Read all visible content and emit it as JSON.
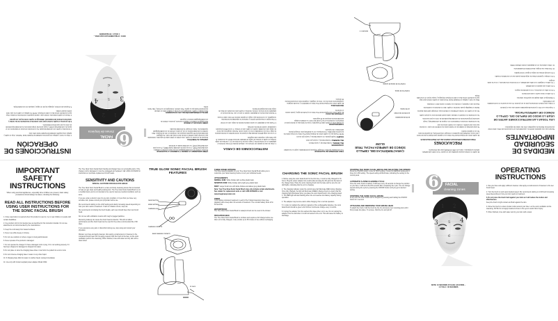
{
  "bottom": {
    "safety": {
      "title": "IMPORTANT SAFETY INSTRUCTIONS",
      "intro": "When using electrical appliances, especially when children are present, basic safety precautions should always be taken, including the following:",
      "subtitle": "READ ALL INSTRUCTIONS BEFORE USING USER INSTRUCTIONS FOR THE SONIC FACIAL BRUSH",
      "items": [
        "1. Close supervision is required when this product is used on, by or near children or people with certain disabilities.",
        "2. Use product only for its intended use as described in this instruction booklet. Do not use attachments not recommended by the manufacturer.",
        "3. Keep the cord away from heated surfaces.",
        "4. Never use while sleepy or drowsy.",
        "5. Do not use outdoors or where oxygen is being administered.",
        "6. Never operate if the product is damaged.",
        "7. Do not operate the charger if it has a damaged cord or plug, if it is not working properly, if it has been dropped or damaged or dropped into water.",
        "8. Do not place or store the charging base where it can fall or be pulled into a tub or sink.",
        "9. Do not immerse charging base in water or any other liquid.",
        "10. If charging base falls into water or another liquid, unplug immediately.",
        "11. Use only with Conair supplied power adapter Model C902."
      ]
    },
    "sensitivity": {
      "intro": "The True Glow Sonic Facial brush handle and charger have no serviceable parts. If the charger cord is damaged, it must be unplugged and replaced. Call 1-800-3-CONAIR for instructions or purchase replacement brush heads.",
      "title": "SENSITIVITY AND CAUTIONS",
      "subtitle": "SPECIAL CAUTIONS FOR DELICATE AREAS",
      "paras": [
        "The True Glow Sonic Facial Brush is a face and body cleansing device that is intended to help you get clean and healthy-looking skin. The True Glow Sonic Facial Brush is not a medical device and is not intended to be used to treat any medical conditions such as acne.",
        "If you are under a doctor's care for any skin condition or if you think you have very sensitive skin, please consult your physician before use.",
        "We recommend starting on the LOW setting and slowly increasing speed depending on how your skin reacts to treatment. If rash or irritation occurs, stop use.",
        "We recommend not sharing the brush heads; each user should have their own brush head.",
        "Do not use with exfoliation creams with rough or jagged particles.",
        "Removing makeup can cause the brush head to discolor. This will not affect performance and the brush head can be used for the entire recommended life of 90 days.",
        "If you experience any pain or discomfort during use, stop using and consult your physician.",
        "Moisten your face and apply cleanser. Also apply a small amount of cleanser to the moistened brush head. Do not apply pressure with the brush to the face; let the sonic oscillation perform the cleansing. When finished, rinse with water and dry skin with a clean towel."
      ]
    },
    "features": {
      "title": "TRUE GLOW SONIC FACIAL BRUSH FEATURES",
      "labels": [
        "ON/OFF BUTTON",
        "SPEED SETTINGS",
        "CHARGING LIGHT",
        "CHARGING CONTACTS",
        "BASE CHARGING CONTACTS",
        "DC JACK"
      ]
    },
    "options": {
      "sections": [
        {
          "title": "THREE SPEED OPTIONS",
          "text": "The three speeds available on your True Glow Sonic Facial Brush allow you to customize your facial cleaning routine to suit your individual needs."
        },
        {
          "title": "ATTACHMENTS",
          "text": ""
        },
        {
          "title": "",
          "bold": "NORMAL SKIN:",
          "text": "White bristles with a white plastic back."
        },
        {
          "title": "",
          "bold": "SENSITIVE SKIN:",
          "text": "White bristles with a light grey plastic back."
        },
        {
          "title": "",
          "bold": "BODY:",
          "text": "Larger brush size with white bristles and darker grey plastic back."
        },
        {
          "title": "",
          "bold": "Note: Your True Glow Sonic Facial Brush may only include certain attachments. See retailer for replacement units or call 1-800-3CONAIR or visit www.truegloweyconair.com",
          "text": ""
        },
        {
          "title": "TIMER",
          "text": "Timer allows consistent treatment in each of the 6 facial cleansing zones (see diagram) with a beep after 10 seconds of treatment. The unit also safety shuts off in 60 seconds."
        },
        {
          "title": "WATERPROOF",
          "text": "The True Glow Sonic Facial Brush is waterproof and can be used in the shower."
        },
        {
          "title": "RECHARGEABLE",
          "text": "The True Glow Sonic Facial Brush is cordless and requires a full charge before use. After unit is fully charged, it can provide up to 35 minutes of use without recharging."
        }
      ]
    },
    "charging": {
      "title": "CHARGING THE SONIC FACIAL BRUSH",
      "items": [
        "1. Before using the sonic facial brush for the first time, it must be fully charged for 16 hours. Plug the power adapter into a wall outlet and plug the DC jack into the back of the charger base. Place the sonic cleaning brush into the base and be sure the red LED lights, indicating that the unit is charging.",
        "2. The charging indicator under the control panel will illuminate RED during charging. Once fully charged, the light will illuminate GREEN. Always check to ensure that the charging light illuminates when you place the sonic facial brush in the charging stand. 3. The RED light will start flashing when the unit reaches low battery capacity during operation.",
        "4. The adapter may become warm while charging; this is normal operation.",
        "5. In order to maintain the optimum capacity of the rechargeable batteries, the sonic facial brush should be given a full 16-hour continuous charge every 2 months.",
        "6. Unplug the adapter from the wall and the base when not in use. Do not unplug the adapter from the wall when it is still connected to the unit. This will cause the battery to discharge."
      ]
    },
    "starting": {
      "sections": [
        {
          "title": "STARTING THE SONIC FACIAL BRUSH AND SELECTING THE SPEEDS",
          "text": "Press the ON/OFF button 1 time for HIGH setting, 2 times for MEDIUM setting and 3 times for LOW setting. The speed setting will illuminate, indicating the setting on the control panel."
        },
        {
          "title": "AUTOMATIC 6-ZONE CLEANING CYCLE",
          "text": "Once the sonic brush is started, it will beep every 10 seconds to change the position on your face. It will shut off at 60 seconds after completing the cycle. You can change speeds during the cycle by pressing the ON/OFF button until you get to desired setting."
        },
        {
          "title": "STOPPING THE SONIC FACIAL BRUSH",
          "text": "At any time the sonic brush can be stopped by pressing and holding the ON/OFF button for 1 second."
        },
        {
          "title": "ATTACHING AND REMOVING YOUR BRUSH HEAD",
          "text": "To attach the brush, hold the brush by the rim and press over mounting post until it firmly snaps into place. To remove, hold the rim and pull off."
        }
      ]
    },
    "zones": {
      "number": "6",
      "banner_line1": "FACIAL",
      "banner_line2": "cleaning zones",
      "zone_labels": [
        "1",
        "2",
        "3",
        "4",
        "5",
        "6"
      ],
      "note_line1": "NOTE: 10 SECONDS AT EACH LOCATION –",
      "note_line2": "1 CYCLE = 60 SECONDS"
    },
    "operating": {
      "title": "OPERATING INSTRUCTIONS",
      "items": [
        {
          "text": "1. Wet your face and apply sufficient cleanser. Also apply a small amount of cleanser to the wet brush head.",
          "bold": false
        },
        {
          "text": "2. Turn the brush on and select desired speed. We recommend starting on LOW and increasing speed depending on how your skin reacts to treatment.",
          "bold": false
        },
        {
          "text": "3. Do not press the brush hard against your skin as it will reduce the motion and effectiveness.",
          "bold": true
        },
        {
          "text": "Keep the brush in light contact and flush against the skin.",
          "bold": false
        },
        {
          "text": "4. Move the brush in a slow circular motion around your face. Let the sonic oscillation do the cleansing. NOTE: Do not apply treatment close to the eyes to avoid risk of injury.",
          "bold": false
        },
        {
          "text": "5. When finished, rinse with water and dry your skin with a towel.",
          "bold": false
        }
      ]
    }
  },
  "top": {
    "operacion": {
      "title": "INSTRUCCIONES DE OPERACIÓN",
      "items": [
        "1. Moje su rostro y aplique una generosa cantidad de limpiador facial. También, moje el cepillo y aplique una pequeña cantidad de limpiador facial sobre éste.",
        "2. Encienda el cepillo a la velocidad deseada. Se recomienda comenzar el tratamiento con el ajuste de velocidad bajo (LOW) y luego aumentar progresivamente la velocidad dependiendo de cómo su piel reacciona al tratamiento.",
        "3. No presione el cepillo contra la piel. Esto reduciría el movimiento de las cerdas y reduciría la eficacia del tratamiento. Mantenga el cepillo contra la piel, sin apretar.",
        "4. Mueva el cepillo lentamente contra la piel, usando pequeños movimientos circulares. Deje que la oscilación sónica lleve a cabo la limpieza. NOTA: No aplique el cepillo a los ojos. Esto podría causar heridas.",
        "5. Después de terminar, enjuague la piel con agua y séquela con una toalla limpia."
      ]
    },
    "zonas": {
      "number": "6",
      "banner_line1": "FACIAL",
      "banner_line2": "Zonas de limpieza",
      "zone_labels": [
        "1",
        "2",
        "3",
        "4",
        "5",
        "6"
      ],
      "note_line1": "NOTA: 10 SEGUNDOS EN CADA ZONA –",
      "note_line2": "1 CICLO = 60 SEGUNDOS"
    },
    "encender": {
      "sections": [
        {
          "title": "CÓMO ENCENDER LA UNIDAD Y CAMBIAR LA VELOCIDAD",
          "text": "Presione el botón de encendido/apagado una vez para encender la unidad a velocidad alta (HIGH), 2 veces para la velocidad media (MED) y 3 veces para velocidad baja (LOW). La velocidad usada se iluminará."
        },
        {
          "title": "LIMPIEZA AUTOMÁTICA",
          "text": "Después de encender el cepillo, éste emitirá un pitido cada 10 segundos, indicándole que es tiempo para cambiar a otra de las 6 zonas del rostro. Se apagará automáticamente 60 segundos después de completar el ciclo de limpieza. Para cambiar la velocidad durante el uso, presione el botón de encendido/apagado repetidamente, hasta conseguir la velocidad deseada."
        },
        {
          "title": "CÓMO APAGAR LA UNIDAD",
          "text": "Para apagar la unidad en cualquier momento, presione el botón de encendido/apagado durante 1 segundo."
        },
        {
          "title": "INSTALACIÓN/REMOCIÓN DE LOS ACCESORIOS",
          "text": "Para instalar el cepillo, sosténgalo por su borde y instálelo sobre el cabezal, presionando hasta que se ajuste. Para retirarlo, sosténgalo por su borde y hale hacia arriba."
        }
      ]
    },
    "carga": {
      "title": "INSTRUCCIONES DE CARGA",
      "items": [
        "1. Antes de usar el aparato por primera vez, cárguelo durante 16 horas. Enchufe el adaptador en un tomacorriente y luego conecte el enchufe de C.C. a la base de carga. Coloque el cepillo en la base de carga. El indicador luminoso ROJO se encenderá, lo que indica que el aparato está cargando.",
        "2. La luz de carga (ROJA) ubicada bajo el panel de control también se ilumina durante la carga. Una vez completada, la luz se vuelve verde. Siempre asegúrese que la luz de carga esté encendida cuando el cepillo esté en la base. 3. La luz ROJA empezará a parpadear cuando la batería esté baja.",
        "4. Puede que el adaptador se vuelva caliente durante la carga; esto es normal.",
        "5. Para lograr un desempeño óptimo y mantener la capacidad de las baterías recargables, se recomienda que cargue el aparato durante 16 horas cada 2 meses.",
        "6. Siempre desconecte el adaptador cuando no esté en uso. No desconecte el adaptador de la toma de corriente mientras el cepillo está conectado a la base de carga. Esto descargará la batería."
      ]
    },
    "opciones": {
      "sections": [
        {
          "title": "TRES OPCIONES DE VELOCIDAD",
          "text": "Tres velocidades permiten conseguir limpiezas personalizadas, según su necesidad."
        },
        {
          "title": "ACCESORIOS",
          "text": ""
        },
        {
          "title": "",
          "bold": "PIEL NORMAL:",
          "text": "Cerdas blancas y cuerpo blanco."
        },
        {
          "title": "",
          "bold": "PIEL SENSIBLE:",
          "text": "Cerdas blancas y cuerpo gris claro."
        },
        {
          "title": "",
          "bold": "CUERPO:",
          "text": "Cepillo grande con cerdas blancas y cuerpo gris oscuro."
        },
        {
          "title": "",
          "bold": "",
          "text": "NOTA: Puede que su cepillo sónico de limpieza facial True Glow no incluya todos los accesorios disponibles. Comuníquese con su detallista para conseguir piezas adicionales o de repuesto."
        },
        {
          "title": "TEMPORIZADOR",
          "text": "La unidad emite un pitido cada 10 segundos, lo que le indica que es tiempo para un tratamiento consistente en las 6 zonas del rostro. La unidad se apaga automáticamente después de 60 segundos."
        },
        {
          "title": "A PRUEBA DE AGUA",
          "text": "El cepillo sónico de limpieza facial True Glow es a prueba de agua y puede usarse en la ducha."
        },
        {
          "title": "RECARGABLE",
          "text": "El cepillo sónico de limpieza facial True Glow es inalámbrico y necesita cargarse completamente antes de uso. Una vez cargado, el aparato tiene una autonomía de 35 minutos."
        }
      ]
    },
    "caracteristicas": {
      "title": "CARACTERÍSTICAS DEL CEPILLO SÓNICO DE LIMPIEZA FACIAL TRUE GLOW",
      "labels": [
        "BOTÓN DE ENCENDIDO",
        "AJUSTES DE VELOCIDAD",
        "LUZ DE CARGA",
        "CONTACTOS DE CARGA",
        "CONTACTOS DE CARGA DE LA BASE",
        "ENCHUFE C.C."
      ]
    },
    "precauciones": {
      "intro": "El cepillo no contiene piezas reparables por el usuario. Si el cordón está dañado, deberá reemplazarse. Llame al 1-800-3-CONAIR para más información.",
      "title": "PRECAUCIONES",
      "subtitle": "PRECAUCIONES ESPECIALES ACERCA DE LAS ÁREAS DELICADAS",
      "paras": [
        "El cepillo sónico de limpieza facial True Glow es un aparato para limpiar la piel del rostro y del cuerpo, diseñado para ayudarle a conseguir una piel limpia y de apariencia sana. No es un aparato médico.",
        "Si usted está bajo el cuidado de un médico para una condición de la piel, o si piensa que tiene piel sensible, consulte a su médico antes de usar.",
        "Se recomienda comenzar el tratamiento con el ajuste de velocidad bajo y luego aumentar progresivamente la velocidad dependiendo de cómo su piel reacciona.",
        "Se recomienda no compartir el cabezal; cada usuario debería tener su propio cepillo.",
        "No use el cepillo con cremas exfoliantes o productos que contengan partículas ásperas.",
        "Retirar el maquillaje puede manchar el cepillo. Esto no afectará su rendimiento.",
        "Deje de usar el aparato y consulte a su médico si siente dolor o molestias.",
        "Moje su rostro y aplique un limpiador facial. No presione el cepillo contra la piel; deje que la oscilación sónica lleve a cabo la limpieza. Enjuague y seque la piel con una toalla limpia."
      ]
    },
    "medidas": {
      "title": "MEDIDAS DE SEGURIDAD IMPORTANTES",
      "intro": "Siempre que use aparatos eléctricos, especialmente en la presencia de niños, debe tomar precauciones básicas de seguridad, entre las cuales las siguientes:",
      "subtitle": "LEA TODAS LAS INSTRUCCIONES ANTES DE USAR LO MODO DE EMPLEO DEL CEPILLO SÓNICO DE LIMPIEZA FACIAL",
      "items": [
        "1. Supervise a un niño o persona discapacitada cuando este use el producto.",
        "2. Utilice este producto únicamente para su uso previsto. No use accesorios no recomendados por el fabricante.",
        "3. Mantenga el cable alejado de superficies calientes.",
        "4. No utilice si tiene sueño o está somnoliento.",
        "5. No lo utilice en exteriores, ni si se administra oxígeno.",
        "6. No utilice este aparato si está dañado.",
        "7. No utilice el cargador si el cable está dañado, si no funciona correctamente, o si se ha caído al agua.",
        "8. No coloque o guarde la base de carga donde pueda caer en una bañera o lavabo.",
        "9. No sumerja la base de carga en agua ni otros líquidos.",
        "10. Si la base cae al agua, desenchúfela inmediatamente.",
        "11. Utilice solamente con el adaptador provisto (Modelo C902)."
      ]
    }
  }
}
